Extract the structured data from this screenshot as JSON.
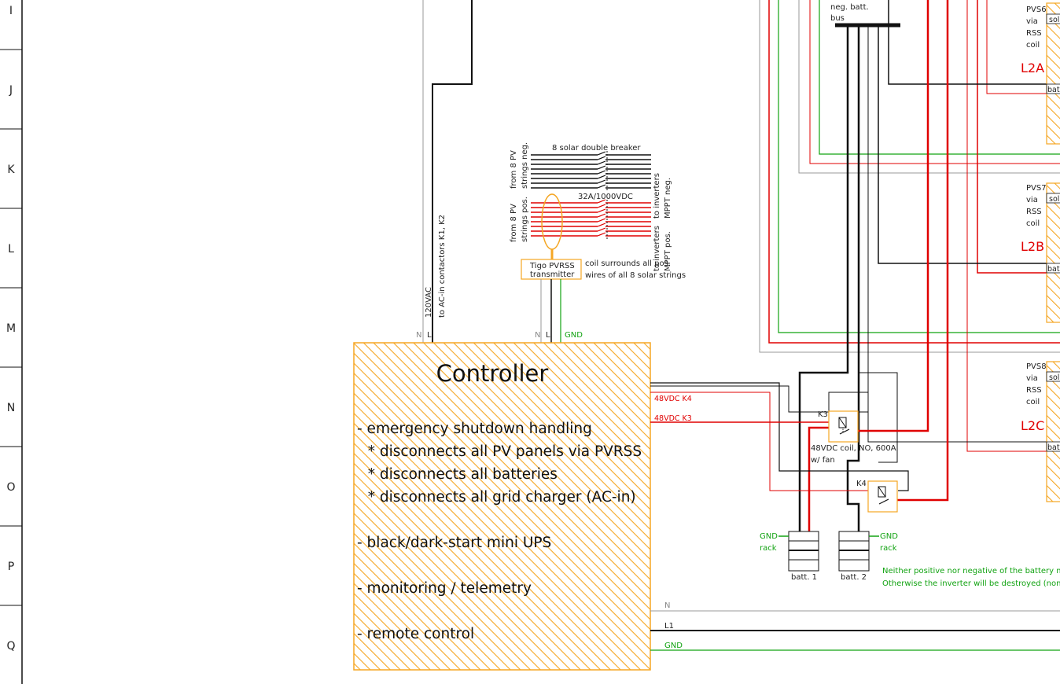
{
  "rows": [
    "I",
    "J",
    "K",
    "L",
    "M",
    "N",
    "O",
    "P",
    "Q"
  ],
  "colors": {
    "black": "#111111",
    "red": "#e00000",
    "green": "#12a312",
    "gray": "#888888",
    "orange": "#f5a623"
  },
  "controller": {
    "title": "Controller",
    "lines": [
      "- emergency shutdown handling",
      "  * disconnects all PV panels via PVRSS",
      "  * disconnects all batteries",
      "  * disconnects all grid charger (AC-in)",
      "- black/dark-start mini UPS",
      "- monitoring / telemetry",
      "- remote control"
    ]
  },
  "ac_feed": {
    "voltage": "120VAC",
    "target": "to AC-in contactors K1, K2",
    "n": "N",
    "l": "L"
  },
  "tigo": {
    "label_line1": "Tigo PVRSS",
    "label_line2": "transmitter",
    "n": "N",
    "l": "L",
    "gnd": "GND",
    "coil_note_line1": "coil surrounds all pos.",
    "coil_note_line2": "wires of all 8 solar strings"
  },
  "breaker": {
    "title": "8 solar double breaker",
    "rating": "32A/1000VDC",
    "neg_from_1": "from 8 PV",
    "neg_from_2": "strings neg.",
    "pos_from_1": "from 8 PV",
    "pos_from_2": "strings pos.",
    "neg_to_1": "to inverters",
    "neg_to_2": "MPPT neg.",
    "pos_to_1": "to inverters",
    "pos_to_2": "MPPT pos."
  },
  "signals": {
    "k4": "48VDC K4",
    "k3": "48VDC K3"
  },
  "contactors": {
    "k3": "K3",
    "k4": "K4",
    "k3_note_line1": "48VDC coil, NO, 600A",
    "k3_note_line2": "w/ fan"
  },
  "batteries": {
    "b1": "batt. 1",
    "b2": "batt. 2",
    "gnd": "GND",
    "rack": "rack"
  },
  "bus": {
    "line1": "neg. batt.",
    "line2": "bus"
  },
  "pvs": [
    {
      "l1": "PVS6",
      "l2": "via",
      "l3": "RSS",
      "l4": "coil",
      "leg": "L2A"
    },
    {
      "l1": "PVS7",
      "l2": "via",
      "l3": "RSS",
      "l4": "coil",
      "leg": "L2B"
    },
    {
      "l1": "PVS8",
      "l2": "via",
      "l3": "RSS",
      "l4": "coil",
      "leg": "L2C"
    }
  ],
  "pvs_side": {
    "sol": "sol",
    "bat": "bat"
  },
  "mains": {
    "n": "N",
    "l1": "L1",
    "gnd": "GND"
  },
  "warning": {
    "line1": "Neither positive nor negative of the battery mus",
    "line2": "Otherwise the inverter will be destroyed (non-is"
  }
}
